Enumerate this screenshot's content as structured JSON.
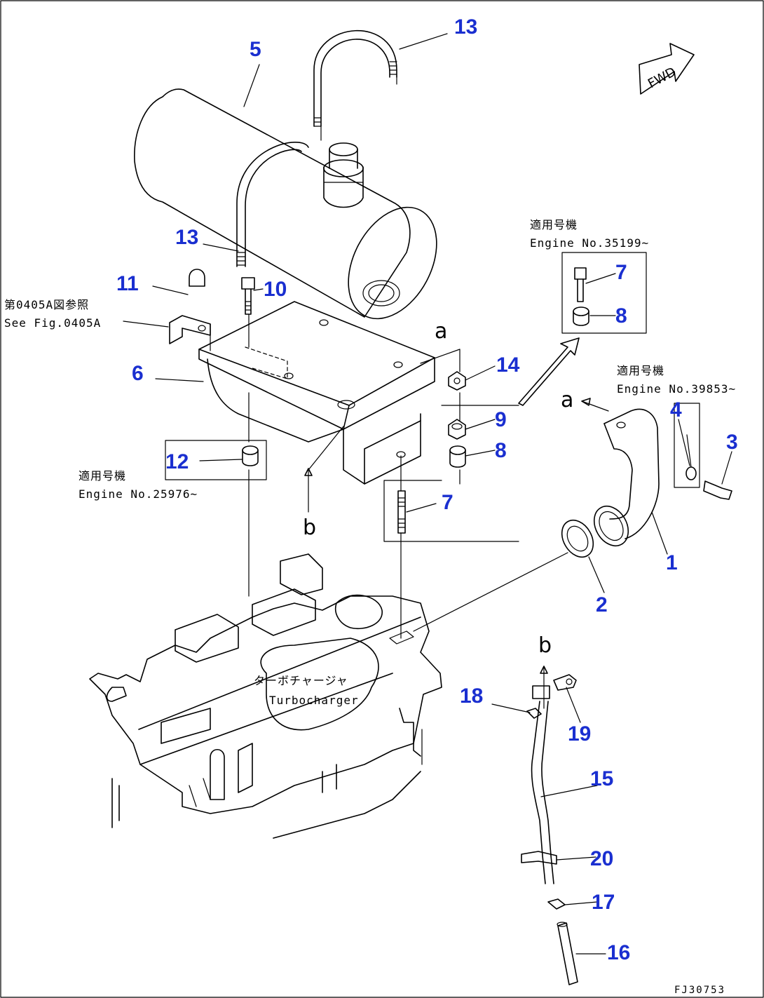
{
  "diagram": {
    "fwd_label": "FWD",
    "drawing_code": "FJ30753",
    "callouts": [
      "1",
      "2",
      "3",
      "4",
      "5",
      "6",
      "7",
      "8",
      "9",
      "10",
      "11",
      "12",
      "13",
      "14",
      "15",
      "16",
      "17",
      "18",
      "19",
      "20"
    ],
    "connectors": {
      "a": "a",
      "b": "b"
    },
    "notes": {
      "engine_35199": {
        "jp": "適用号機",
        "en": "Engine No.35199~"
      },
      "engine_39853": {
        "jp": "適用号機",
        "en": "Engine No.39853~"
      },
      "engine_25976": {
        "jp": "適用号機",
        "en": "Engine No.25976~"
      },
      "see_fig": {
        "jp": "第0405A図参照",
        "en": "See Fig.0405A"
      },
      "turbo": {
        "jp": "ターボチャージャ",
        "en": "Turbocharger"
      }
    }
  }
}
